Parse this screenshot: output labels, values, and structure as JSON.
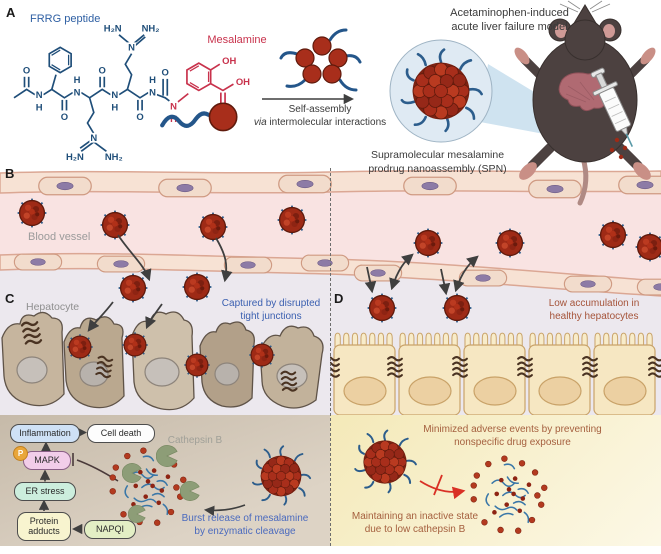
{
  "panelA": {
    "label": "A",
    "frrg": "FRRG peptide",
    "mesalamine": "Mesalamine",
    "model_line1": "Acetaminophen-induced",
    "model_line2": "acute liver failure model",
    "assembly_line1": "Self-assembly",
    "assembly_via": "via",
    "assembly_line2_rest": "intermolecular interactions",
    "spn_line1": "Supramolecular mesalamine",
    "spn_line2": "prodrug nanoassembly (SPN)",
    "chem": {
      "h2n": "H₂N",
      "nh2": "NH₂",
      "oh": "OH",
      "o": "O",
      "n": "N",
      "h": "H"
    }
  },
  "panelB": {
    "label": "B",
    "vessel": "Blood vessel"
  },
  "panelC": {
    "label": "C",
    "hepatocyte": "Hepatocyte",
    "captured_line1": "Captured by disrupted",
    "captured_line2": "tight junctions"
  },
  "panelD": {
    "label": "D",
    "low_line1": "Low accumulation in",
    "low_line2": "healthy hepatocytes"
  },
  "pathway": {
    "inflammation": "Inflammation",
    "cell_death": "Cell death",
    "mapk": "MAPK",
    "p": "P",
    "er_stress": "ER stress",
    "protein_line1": "Protein",
    "protein_line2": "adducts",
    "napqi": "NAPQI",
    "cathepsin": "Cathepsin B",
    "burst_line1": "Burst release of mesalamine",
    "burst_line2": "by enzymatic cleavage"
  },
  "panelD_bottom": {
    "minimized_line1": "Minimized adverse events by preventing",
    "minimized_line2": "nonspecific drug exposure",
    "maintain_line1": "Maintaining an inactive state",
    "maintain_line2": "due to low cathepsin B"
  },
  "colors": {
    "peptide_blue": "#1f4e79",
    "mesalamine_red": "#c8324c",
    "nanoparticle_red": "#a82e1b",
    "tail_blue": "#2c5d8c",
    "vessel_pink": "#f9e3e2",
    "wall_salmon": "#f7e2d4",
    "tissue_lavender": "#ece8ee",
    "hepatocyte_tan": "#c6b59e",
    "healthy_cream": "#f6e7c2",
    "pathway_bg_tan": "#cdc1b0",
    "healthy_bg_yellow": "#f5ecc2",
    "cathepsin_green": "#8d9d77",
    "arrow_dark": "#3f3f3f",
    "arrow_red": "#d93025"
  }
}
